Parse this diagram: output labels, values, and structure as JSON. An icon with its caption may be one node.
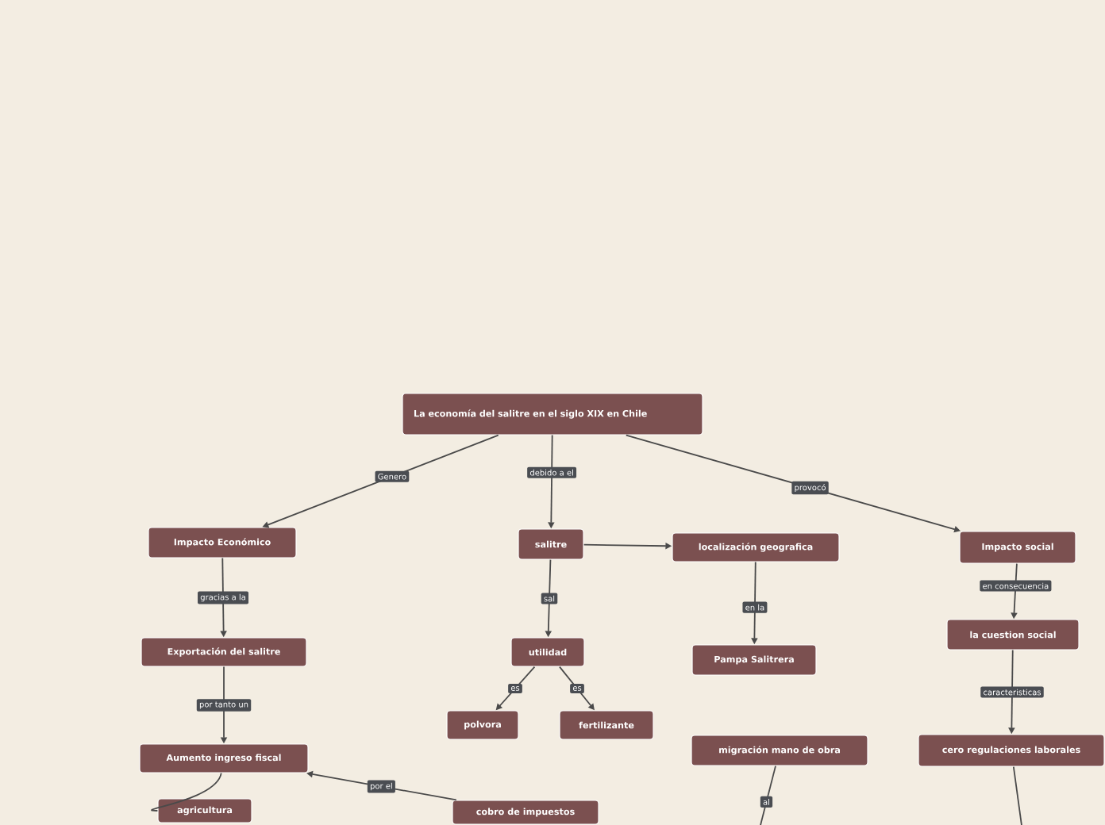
{
  "diagram": {
    "nodes": [
      {
        "text": [
          "La economía del salitre en el siglo XIX en Chile"
        ]
      },
      {
        "text": [
          "Impacto Económico"
        ]
      },
      {
        "text": [
          "salitre"
        ]
      },
      {
        "text": [
          "localización geografica"
        ]
      },
      {
        "text": [
          "Impacto social"
        ]
      },
      {
        "text": [
          "Exportación del salitre"
        ]
      },
      {
        "text": [
          "utilidad"
        ]
      },
      {
        "text": [
          "Pampa Salitrera"
        ]
      },
      {
        "text": [
          "la cuestion social"
        ]
      },
      {
        "text": [
          "Aumento ingreso fiscal"
        ]
      },
      {
        "text": [
          "polvora"
        ]
      },
      {
        "text": [
          "fertilizante"
        ]
      },
      {
        "text": [
          "migración mano de obra"
        ]
      },
      {
        "text": [
          "cero regulaciones laborales"
        ]
      },
      {
        "text": [
          "agricultura"
        ]
      },
      {
        "text": [
          "cobro de impuestos"
        ]
      }
    ],
    "edges": [
      {
        "from": 0,
        "to": 1,
        "arrow": "to",
        "label": "Genero"
      },
      {
        "from": 0,
        "to": 2,
        "arrow": "to",
        "label": "debido a el"
      },
      {
        "from": 0,
        "to": 4,
        "arrow": "to",
        "label": "provocó"
      },
      {
        "from": 2,
        "to": 3,
        "arrow": "to"
      },
      {
        "from": 1,
        "to": 5,
        "arrow": "to",
        "label": "gracias a la"
      },
      {
        "from": 2,
        "to": 6,
        "arrow": "to",
        "label": "sal"
      },
      {
        "from": 3,
        "to": 7,
        "arrow": "to",
        "label": "en la"
      },
      {
        "from": 4,
        "to": 8,
        "arrow": "to",
        "label": "en consecuencia"
      },
      {
        "from": 5,
        "to": 9,
        "arrow": "to",
        "label": "por tanto un"
      },
      {
        "from": 6,
        "to": 10,
        "arrow": "to",
        "label": "es"
      },
      {
        "from": 6,
        "to": 11,
        "arrow": "to",
        "label": "es"
      },
      {
        "from": 8,
        "to": 13,
        "arrow": "to",
        "label": "caracteristicas"
      },
      {
        "from": 15,
        "to": 9,
        "arrow": "to",
        "label": "por el"
      },
      {
        "from": 9,
        "to": 14,
        "arrow": "none"
      },
      {
        "from": 12,
        "to": null,
        "arrow": "none",
        "label": "al"
      },
      {
        "from": 13,
        "to": null,
        "arrow": "none"
      }
    ]
  }
}
